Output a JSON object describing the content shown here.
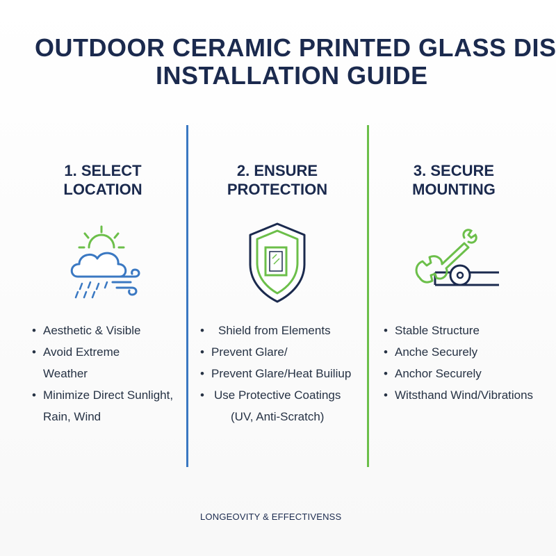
{
  "title": {
    "line1": "OUTDOOR CERAMIC PRINTED GLASS DISPLA",
    "line2": "INSTALLATION GUIDE"
  },
  "colors": {
    "navy": "#1b2a4e",
    "blue": "#3a78c2",
    "green": "#6cbf4a"
  },
  "steps": [
    {
      "heading_line1": "1. SELECT",
      "heading_line2": "LOCATION",
      "icon": "weather-icon",
      "bullets": [
        "Aesthetic & Visible",
        "Avoid Extreme",
        "Weather",
        "Minimize Direct Sunlight,",
        "Rain, Wind"
      ]
    },
    {
      "heading_line1": "2. ENSURE",
      "heading_line2": "PROTECTION",
      "icon": "shield-glass-icon",
      "bullets": [
        "Shield from Elements",
        "Prevent Glare/",
        "Prevent Glare/Heat Builiup",
        "Use Protective Coatings",
        "(UV, Anti-Scratch)"
      ]
    },
    {
      "heading_line1": "3. SECURE",
      "heading_line2": "MOUNTING",
      "icon": "wrench-mount-icon",
      "bullets": [
        "Stable Structure",
        "Anche Securely",
        "Anchor Securely",
        "Witsthand Wind/Vibrations"
      ]
    }
  ],
  "footer": "LONGEOVITY & EFFECTIVENSS"
}
